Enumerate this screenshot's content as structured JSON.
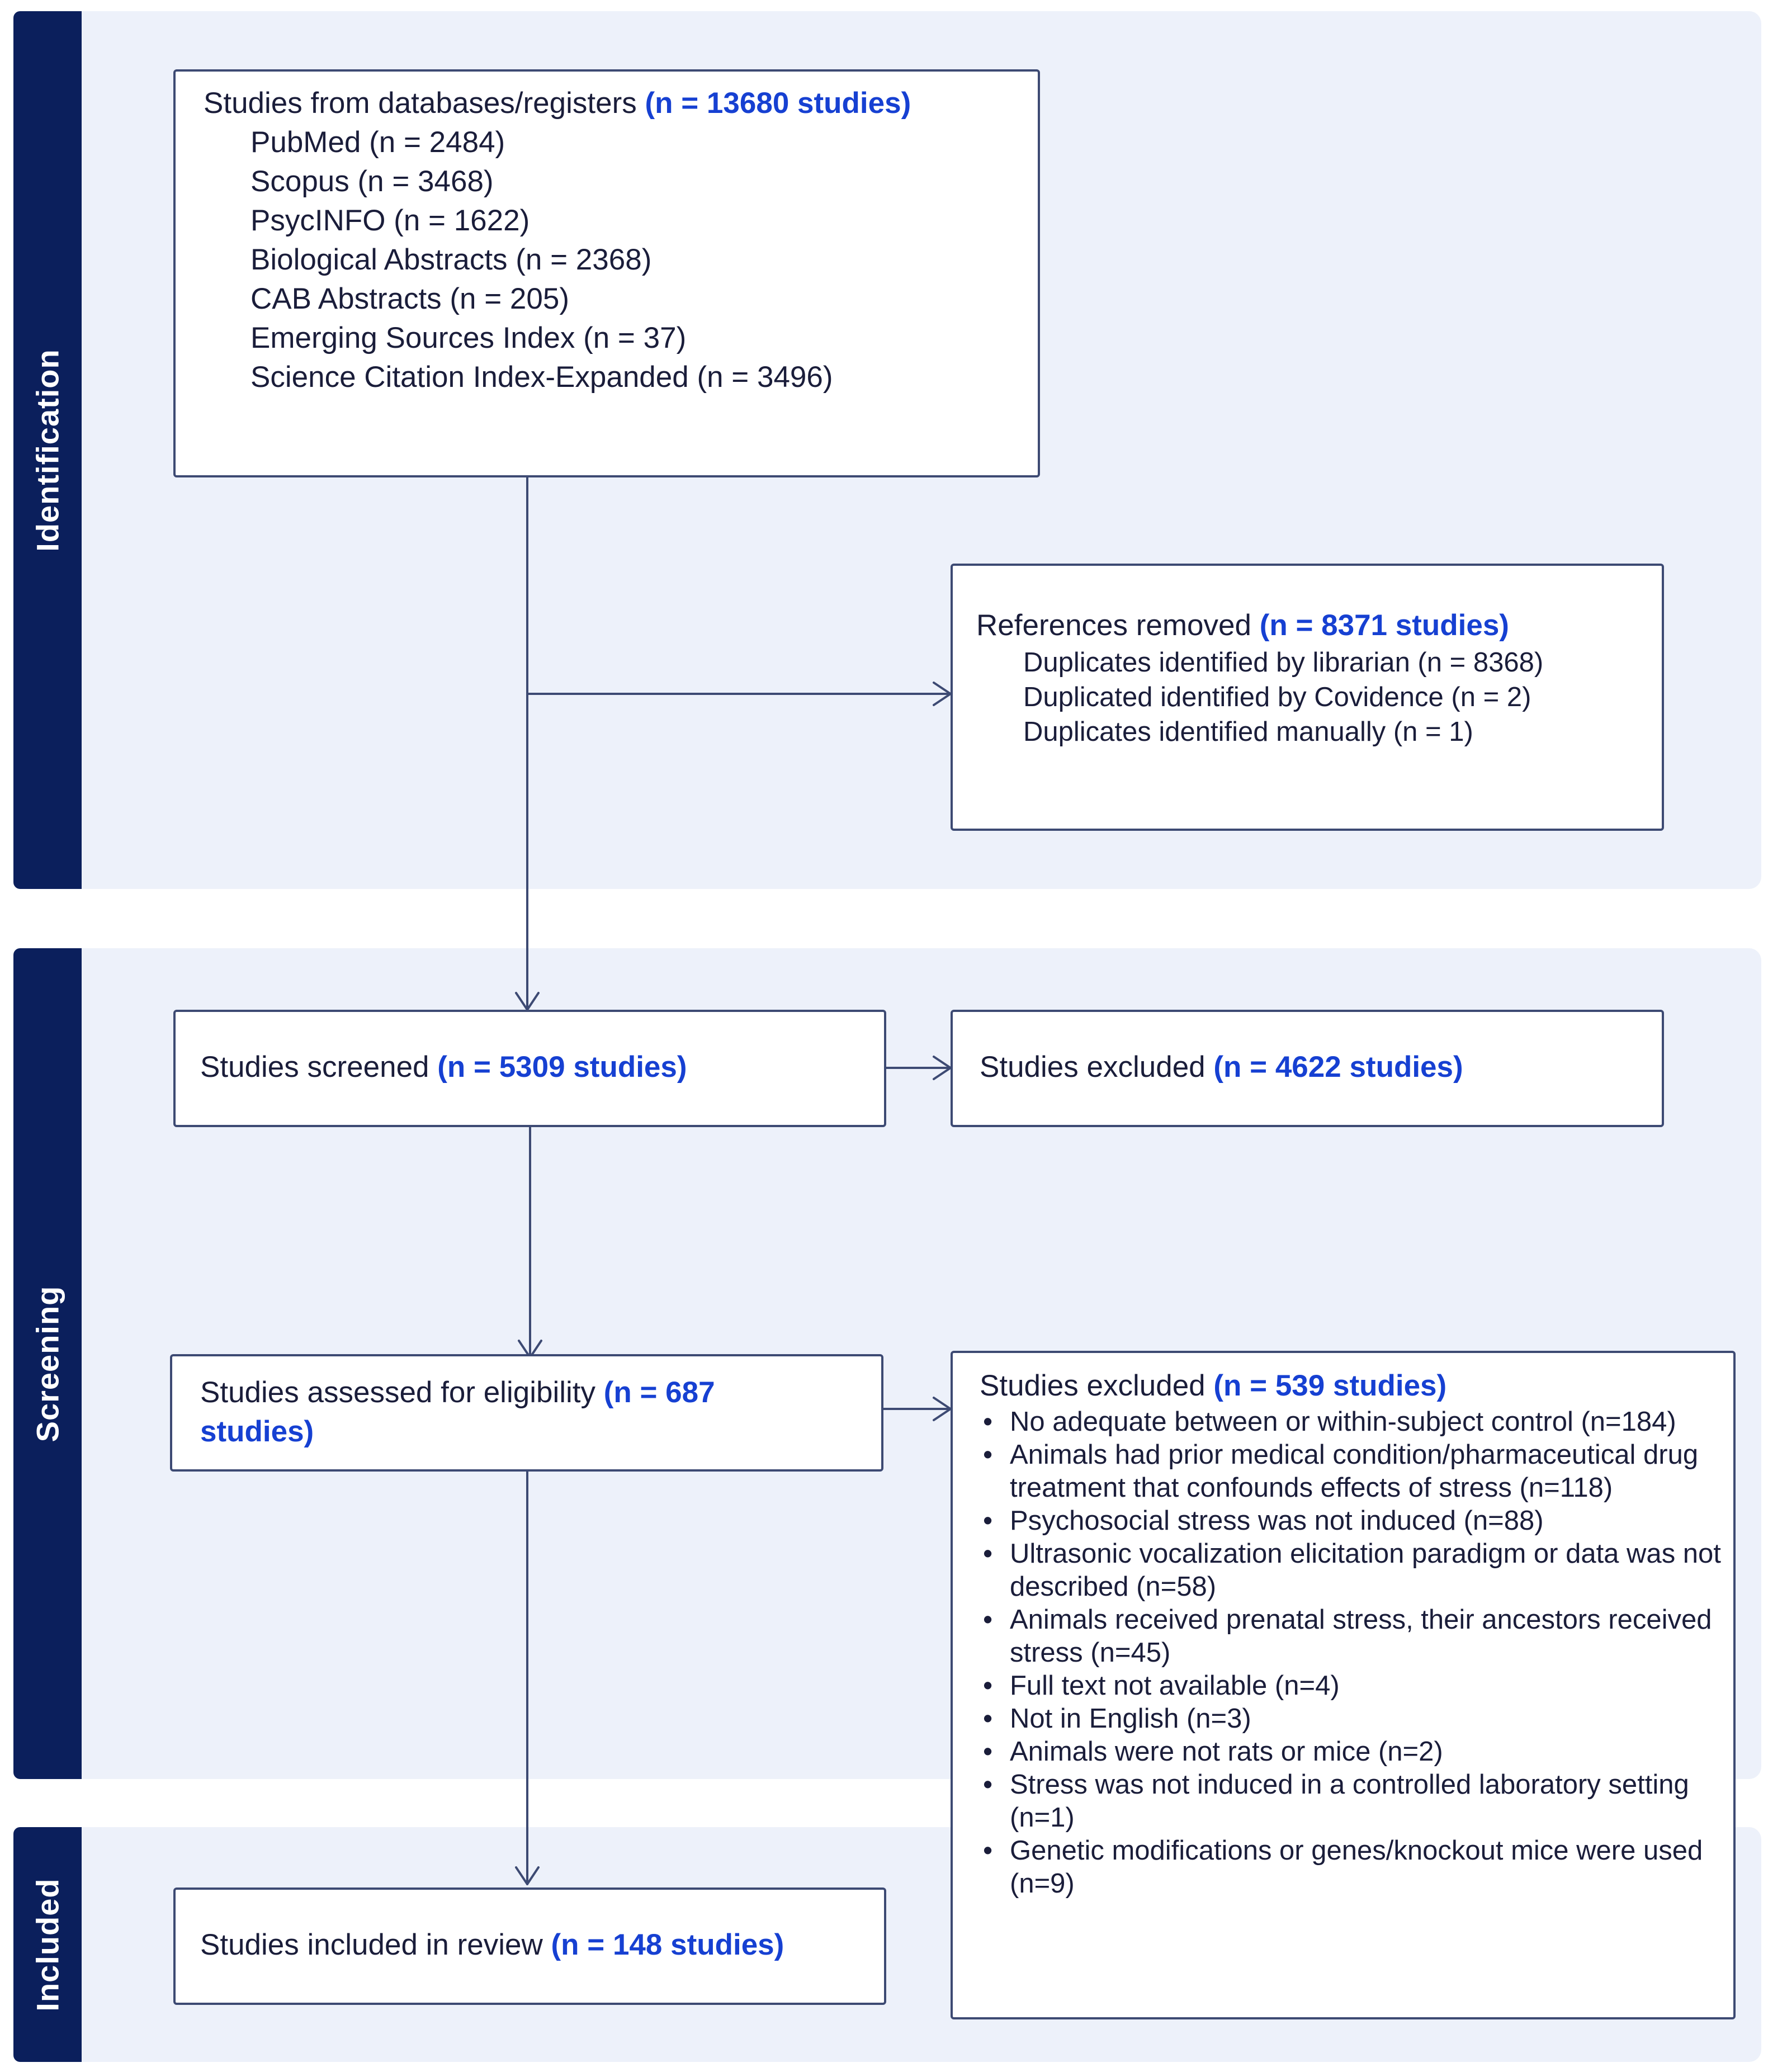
{
  "stages": {
    "identification": "Identification",
    "screening": "Screening",
    "included": "Included"
  },
  "databases": {
    "label": "Studies from databases/registers",
    "count": "(n = 13680 studies)",
    "sources": [
      "PubMed (n = 2484)",
      "Scopus (n = 3468)",
      "PsycINFO (n = 1622)",
      "Biological Abstracts (n = 2368)",
      "CAB Abstracts (n = 205)",
      "Emerging Sources Index (n = 37)",
      "Science Citation Index-Expanded (n = 3496)"
    ]
  },
  "removed": {
    "label": "References removed",
    "count": "(n = 8371 studies)",
    "items": [
      "Duplicates identified by librarian (n = 8368)",
      "Duplicated identified by Covidence (n = 2)",
      "Duplicates identified manually (n = 1)"
    ]
  },
  "screened": {
    "label": "Studies screened",
    "count": "(n = 5309 studies)"
  },
  "excluded_screening": {
    "label": "Studies excluded",
    "count": "(n = 4622 studies)"
  },
  "eligibility": {
    "label": "Studies assessed for eligibility",
    "count_a": "(n = 687",
    "count_b": "studies)"
  },
  "excluded_eligibility": {
    "label": "Studies excluded",
    "count": "(n = 539 studies)",
    "reasons": [
      "No adequate between or within-subject control (n=184)",
      "Animals had prior medical condition/pharmaceutical drug treatment that confounds effects of stress (n=118)",
      "Psychosocial stress was not induced (n=88)",
      "Ultrasonic vocalization elicitation paradigm or data was not described (n=58)",
      "Animals received prenatal stress, their ancestors received stress (n=45)",
      "Full text not available (n=4)",
      "Not in English (n=3)",
      "Animals were not rats or mice (n=2)",
      "Stress was not induced in a controlled laboratory setting (n=1)",
      "Genetic modifications or genes/knockout mice were used (n=9)"
    ]
  },
  "included": {
    "label": "Studies included in review",
    "count": "(n = 148 studies)"
  },
  "colors": {
    "sidebar": "#0b1f5c",
    "panel": "#edf1fa",
    "highlight": "#1640d2",
    "border": "#3d4a73"
  }
}
